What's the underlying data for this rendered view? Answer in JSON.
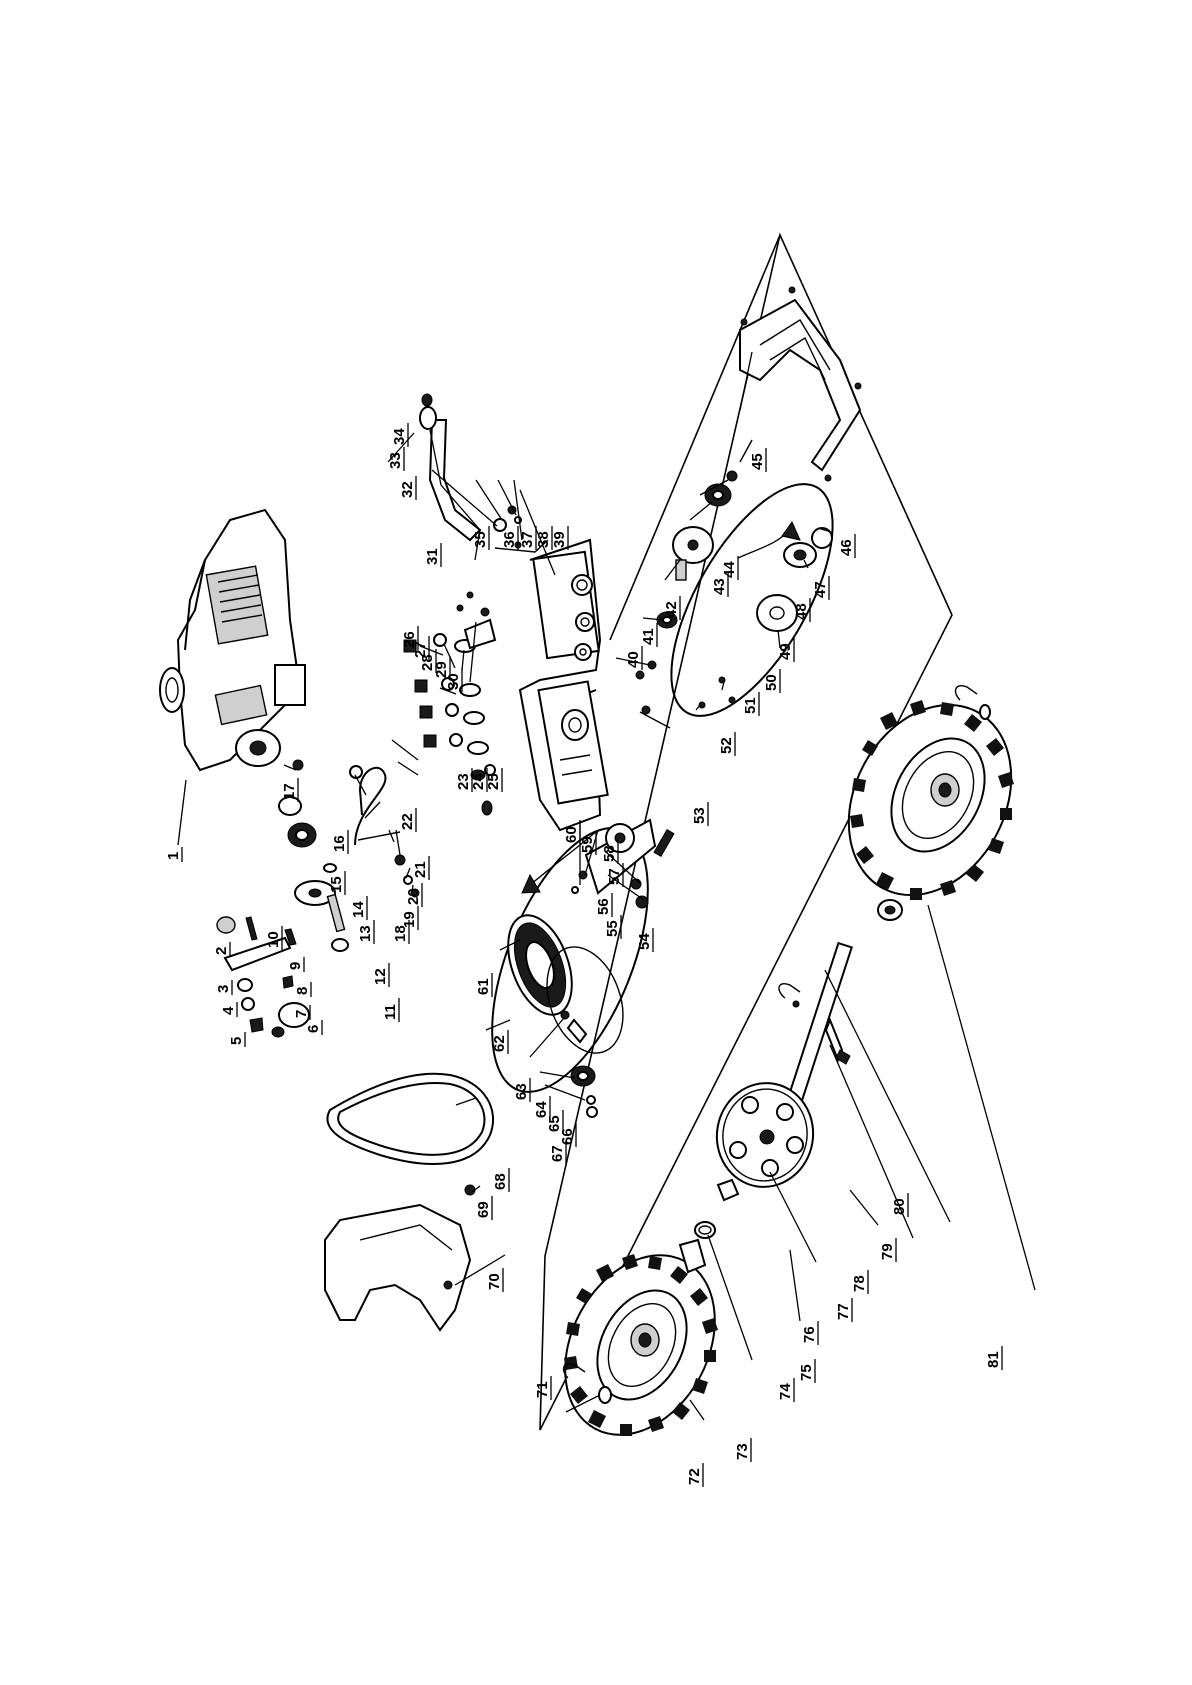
{
  "diagram": {
    "labels": [
      "1",
      "2",
      "3",
      "4",
      "5",
      "6",
      "7",
      "8",
      "9",
      "10",
      "11",
      "12",
      "13",
      "14",
      "15",
      "16",
      "17",
      "18",
      "19",
      "20",
      "21",
      "22",
      "23",
      "24",
      "25",
      "26",
      "27",
      "28",
      "29",
      "30",
      "31",
      "32",
      "33",
      "34",
      "35",
      "36",
      "37",
      "38",
      "39",
      "40",
      "41",
      "42",
      "43",
      "44",
      "45",
      "46",
      "47",
      "48",
      "49",
      "50",
      "51",
      "52",
      "53",
      "54",
      "55",
      "56",
      "57",
      "58",
      "59",
      "60",
      "61",
      "62",
      "63",
      "64",
      "65",
      "66",
      "67",
      "68",
      "69",
      "70",
      "71",
      "72",
      "73",
      "74",
      "75",
      "76",
      "77",
      "78",
      "79",
      "80",
      "81"
    ]
  }
}
